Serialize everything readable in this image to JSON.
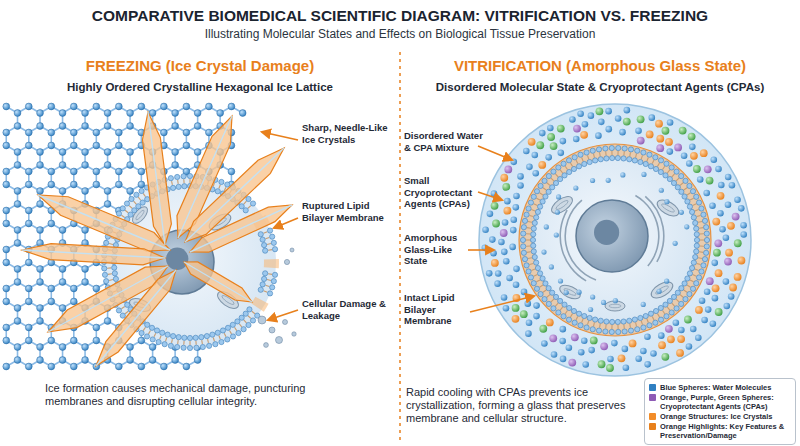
{
  "diagram": {
    "title": "COMPARATIVE BIOMEDICAL SCIENTIFIC DIAGRAM: VITRIFICATION VS. FREEZING",
    "labels": [
      "Illustrating Molecular States and Effects on Biological Tissue Preservation",
      "FREEZING (Ice Crystal Damage)",
      "Highly Ordered Crystalline Hexagonal Ice Lattice",
      "Sharp, Needle-Like Ice Crystals",
      "Ruptured Lipid Bilayer Membrane",
      "Cellular Damage & Leakage",
      "Ice formation causes mechanical damage, puncturing membranes and disrupting cellular integrity.",
      "VITRIFICATION (Amorphous Glass State)",
      "Disordered Molecular State & Cryoprotectant Agents (CPAs)",
      "Disordered Water & CPA Mixture",
      "Small Cryoprotectant Agents (CPAs)",
      "Amorphous Glass-Like State",
      "Intact Lipid Bilayer Membrane",
      "Rapid cooling with CPAs prevents ice crystallization, forming a glass that preserves membrane and cellular structure."
    ],
    "legend": [
      {
        "text": "Blue Spheres: Water Molecules",
        "color": "#2f7fc1"
      },
      {
        "text": "Orange, Purple, Green Spheres: Cryoprotectant Agents (CPAs)",
        "color": "#8e5bb5"
      },
      {
        "text": "Orange Structures: Ice Crystals",
        "color": "#f28c28"
      },
      {
        "text": "Orange Highlights: Key Features & Preservation/Damage",
        "color": "#e8801c"
      }
    ]
  }
}
